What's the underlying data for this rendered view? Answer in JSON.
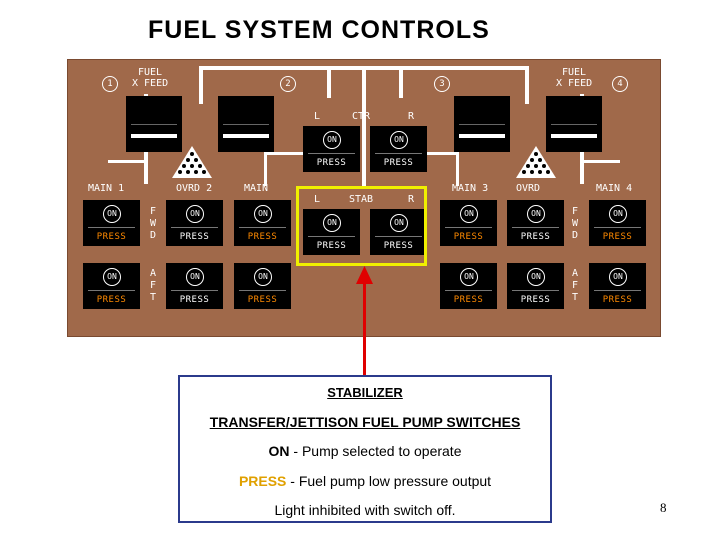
{
  "title": "FUEL SYSTEM CONTROLS",
  "panel": {
    "engine_numbers": [
      "1",
      "2",
      "3",
      "4"
    ],
    "fuel_xfeed_left": [
      "FUEL",
      "X FEED"
    ],
    "fuel_xfeed_right": [
      "FUEL",
      "X FEED"
    ],
    "ctr_labels": {
      "left": "L",
      "center": "CTR",
      "right": "R"
    },
    "stab_labels": {
      "left": "L",
      "center": "STAB",
      "right": "R"
    },
    "row_labels": {
      "main1": "MAIN 1",
      "ovrd2": "OVRD 2",
      "main2": "MAIN",
      "main3": "MAIN 3",
      "ovrd3": "OVRD",
      "main4": "MAIN 4"
    },
    "fwd_label": "F\nW\nD",
    "aft_label": "A\nF\nT",
    "switch_on": "ON",
    "switch_press": "PRESS",
    "colors": {
      "panel": "#a0694a",
      "press_amber": "#ff8a00",
      "press_white": "#ffffff",
      "highlight": "#f0f000",
      "arrow": "#e00000"
    }
  },
  "info": {
    "heading": "STABILIZER",
    "subheading": "TRANSFER/JETTISON FUEL PUMP SWITCHES",
    "on_term": "ON",
    "on_desc": " - Pump selected to operate",
    "press_term": "PRESS",
    "press_desc": " -  Fuel pump low pressure output",
    "note": "Light inhibited with switch off."
  },
  "page_number": "8"
}
